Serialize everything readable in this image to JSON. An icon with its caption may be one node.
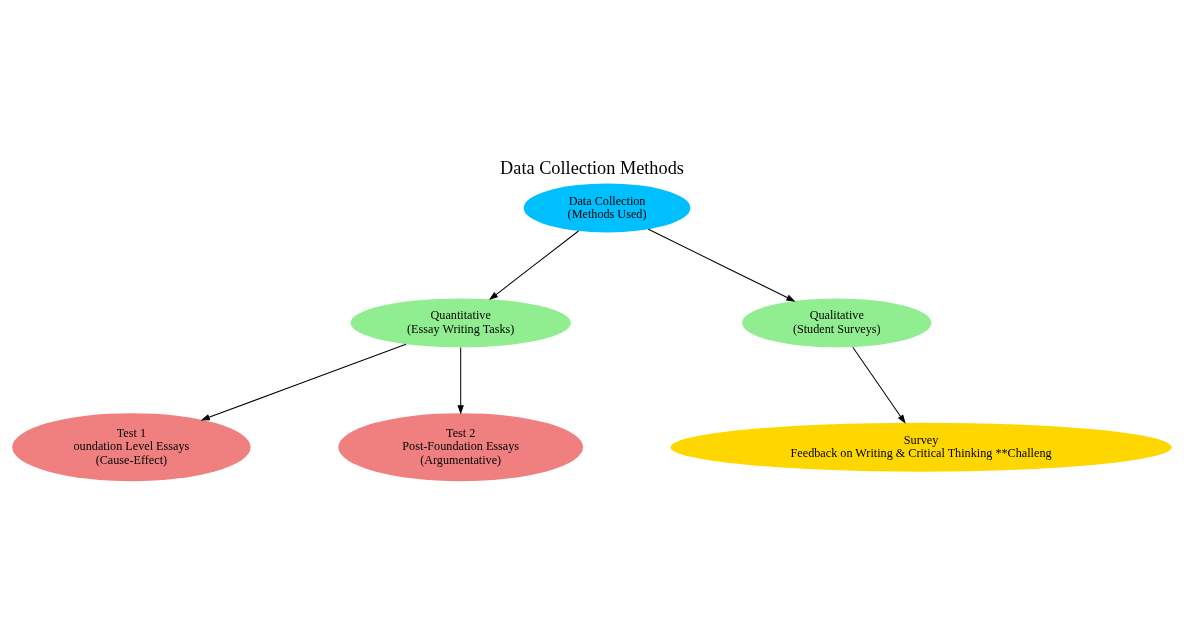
{
  "diagram": {
    "title": "Data Collection Methods",
    "nodes": [
      {
        "text": [
          "Data Collection",
          "(Methods Used)"
        ]
      },
      {
        "text": [
          "Quantitative",
          "(Essay Writing Tasks)"
        ]
      },
      {
        "text": [
          "Qualitative",
          "(Student Surveys)"
        ]
      },
      {
        "text": [
          "Test 1",
          "oundation Level Essays",
          "(Cause-Effect)"
        ]
      },
      {
        "text": [
          "Test 2",
          "Post-Foundation Essays",
          "(Argumentative)"
        ]
      },
      {
        "text": [
          "Survey",
          "Feedback on Writing & Critical Thinking **Challeng"
        ]
      }
    ],
    "edges": [
      {
        "from": 0,
        "to": 1,
        "arrow": "to"
      },
      {
        "from": 0,
        "to": 2,
        "arrow": "to"
      },
      {
        "from": 1,
        "to": 3,
        "arrow": "to"
      },
      {
        "from": 1,
        "to": 4,
        "arrow": "to"
      },
      {
        "from": 2,
        "to": 5,
        "arrow": "to"
      }
    ]
  }
}
